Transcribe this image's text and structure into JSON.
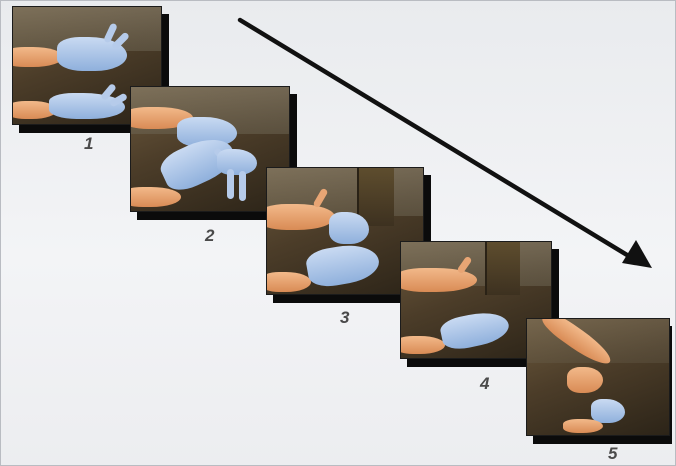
{
  "steps": [
    {
      "label": "1"
    },
    {
      "label": "2"
    },
    {
      "label": "3"
    },
    {
      "label": "4"
    },
    {
      "label": "5"
    }
  ],
  "colors": {
    "background": "#eef0f2",
    "glove": "#a9c3e8",
    "skin": "#e7a676",
    "shadow": "#0b0b0b",
    "arrow": "#111111"
  }
}
